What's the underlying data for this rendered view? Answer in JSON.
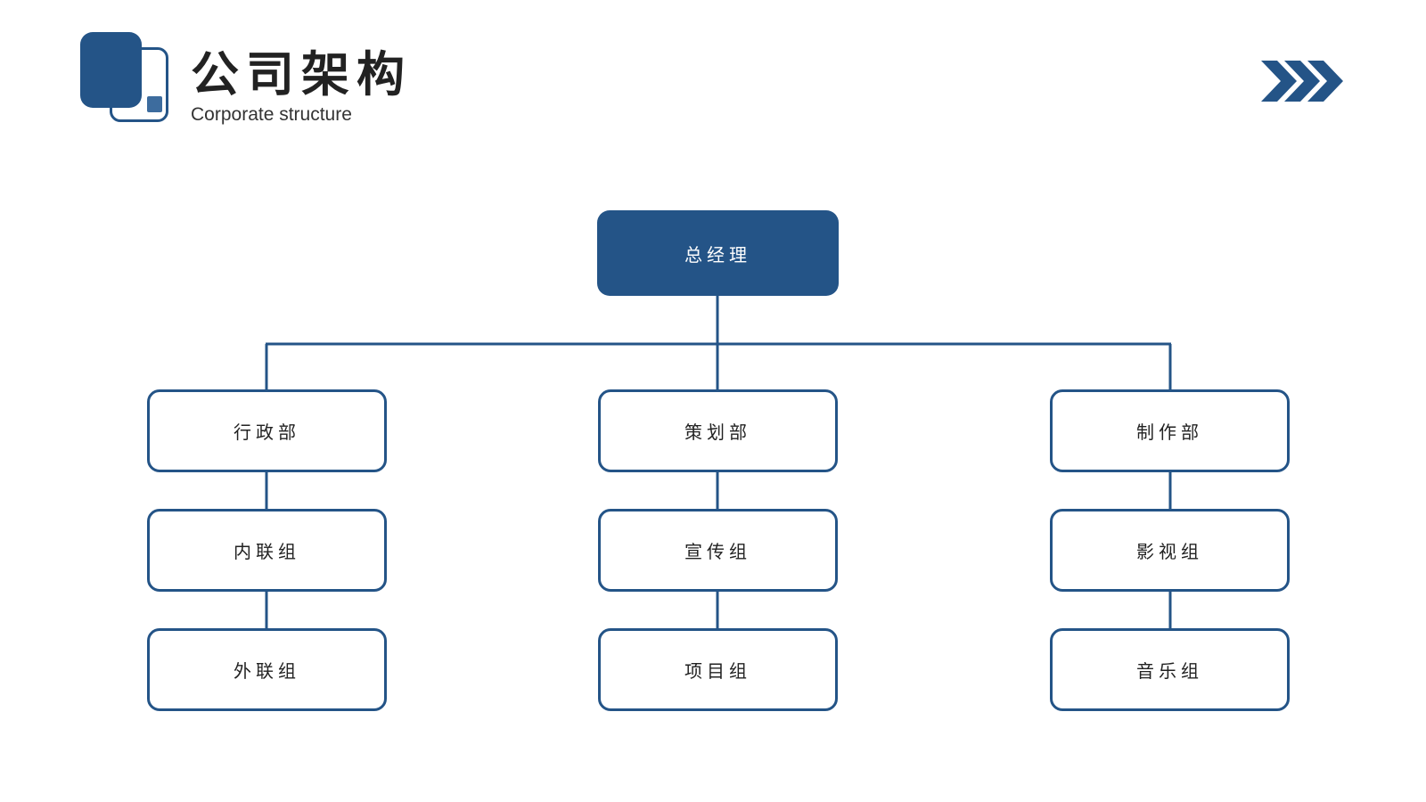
{
  "header": {
    "title": "公司架构",
    "subtitle": "Corporate structure"
  },
  "colors": {
    "accent": "#245487",
    "accent_light": "#3d6c9e",
    "text": "#222222",
    "background": "#ffffff"
  },
  "org_chart": {
    "root": "总经理",
    "departments": [
      {
        "name": "行政部",
        "groups": [
          "内联组",
          "外联组"
        ]
      },
      {
        "name": "策划部",
        "groups": [
          "宣传组",
          "项目组"
        ]
      },
      {
        "name": "制作部",
        "groups": [
          "影视组",
          "音乐组"
        ]
      }
    ]
  },
  "decor": {
    "logo_icon": "overlapping-squares-logo",
    "arrow_icon": "triple-chevron-right-icon"
  }
}
